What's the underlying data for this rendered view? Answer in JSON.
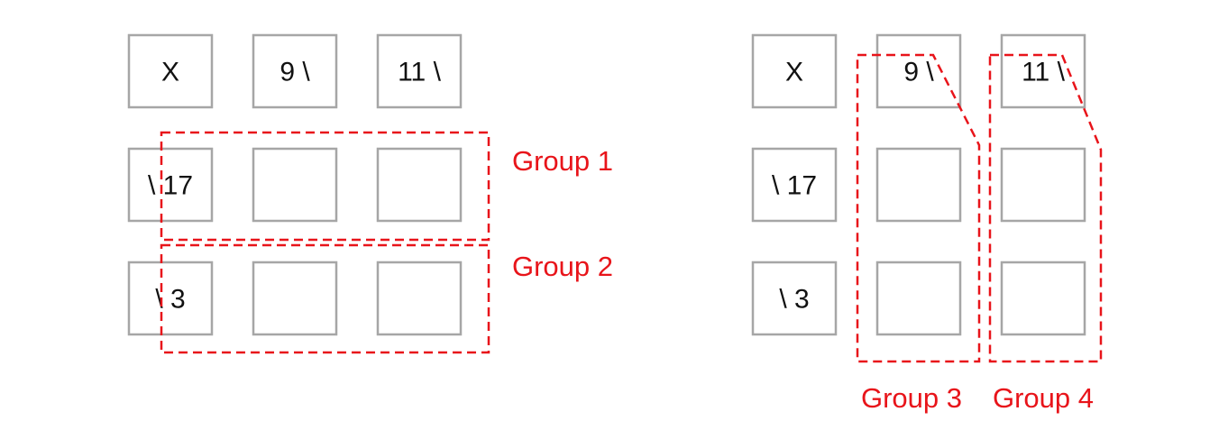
{
  "left_grid": {
    "cells": [
      [
        "X",
        "9 \\",
        "11 \\"
      ],
      [
        "\\ 17",
        "",
        ""
      ],
      [
        "\\ 3",
        "",
        ""
      ]
    ]
  },
  "right_grid": {
    "cells": [
      [
        "X",
        "9 \\",
        "11 \\"
      ],
      [
        "\\ 17",
        "",
        ""
      ],
      [
        "\\ 3",
        "",
        ""
      ]
    ]
  },
  "groups": {
    "group1": "Group 1",
    "group2": "Group 2",
    "group3": "Group 3",
    "group4": "Group 4"
  },
  "colors": {
    "cell_border": "#a6a6a6",
    "group_outline": "#e8141a"
  }
}
